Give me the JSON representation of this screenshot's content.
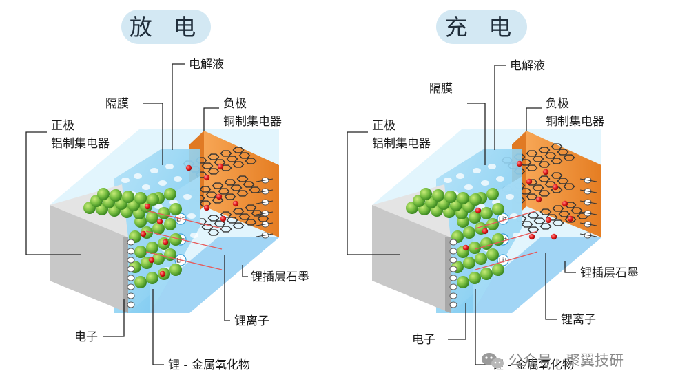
{
  "panels": [
    {
      "title": "放 电",
      "labels": {
        "electrolyte": "电解液",
        "separator": "隔膜",
        "negative": [
          "负极",
          "铜制集电器"
        ],
        "positive": [
          "正极",
          "铝制集电器"
        ],
        "graphite": "锂插层石墨",
        "li_ion": "锂离子",
        "electron": "电子",
        "oxide": "锂 - 金属氧化物"
      },
      "ion_symbol": "Li⁺"
    },
    {
      "title": "充 电",
      "labels": {
        "electrolyte": "电解液",
        "separator": "隔膜",
        "negative": [
          "负极",
          "铜制集电器"
        ],
        "positive": [
          "正极",
          "铝制集电器"
        ],
        "graphite": "锂插层石墨",
        "li_ion": "锂离子",
        "electron": "电子",
        "oxide": "锂 - 金属氧化物"
      },
      "ion_symbol": "Li⁺"
    }
  ],
  "watermark": "公众号 · 聚翼技研",
  "colors": {
    "badge": "#d3e8f3",
    "aluminum_front": "#c8c8c8",
    "aluminum_side": "#e4e4e4",
    "copper": "#f2953f",
    "copper_dark": "#e07a24",
    "electrolyte": "#cfeefc",
    "separator": "#8dd3f4",
    "floor": "#3fa2e8",
    "cathode_particle": "#7bc043",
    "ion": "#e31b1b",
    "graphite_line": "#333333",
    "arrow": "#e75a5a"
  }
}
